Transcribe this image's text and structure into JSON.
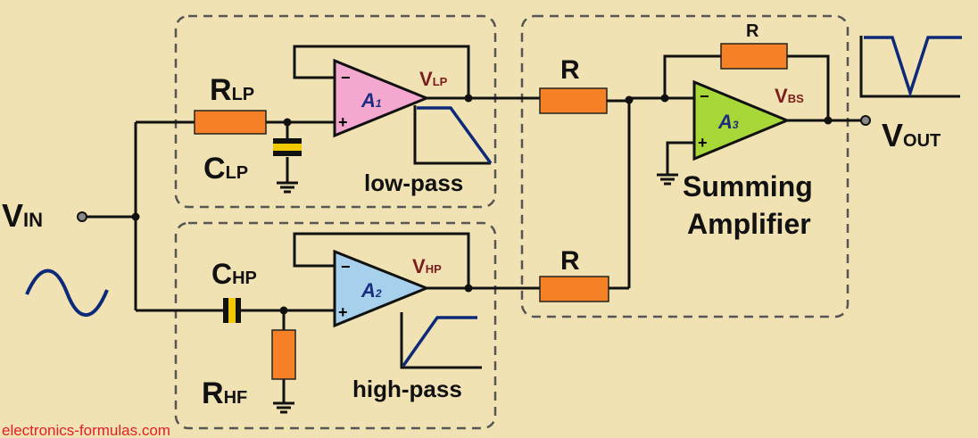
{
  "labels": {
    "vin": "V",
    "vin_sub": "IN",
    "rlp": "R",
    "rlp_sub": "LP",
    "clp": "C",
    "clp_sub": "LP",
    "chp": "C",
    "chp_sub": "HP",
    "rhp": "R",
    "rhp_sub": "HF",
    "vlp": "V",
    "vlp_sub": "LP",
    "vhp": "V",
    "vhp_sub": "HP",
    "vbs": "V",
    "vbs_sub": "BS",
    "vout": "V",
    "vout_sub": "OUT",
    "a1": "A",
    "a1_sub": "1",
    "a2": "A",
    "a2_sub": "2",
    "a3": "A",
    "a3_sub": "3",
    "r_top": "R",
    "r_bottom": "R",
    "r_feedback": "R",
    "low_pass": "low-pass",
    "high_pass": "high-pass",
    "summing_line1": "Summing",
    "summing_line2": "Amplifier"
  },
  "watermark": "electronics-formulas.com",
  "colors": {
    "background": "#f1e2b4",
    "resistor": "#f58025",
    "opamp_a1": "#f4a8d0",
    "opamp_a2": "#a6d0ec",
    "opamp_a3": "#a8d838",
    "watermark": "#e02020",
    "response_curve": "#0d2a78"
  }
}
